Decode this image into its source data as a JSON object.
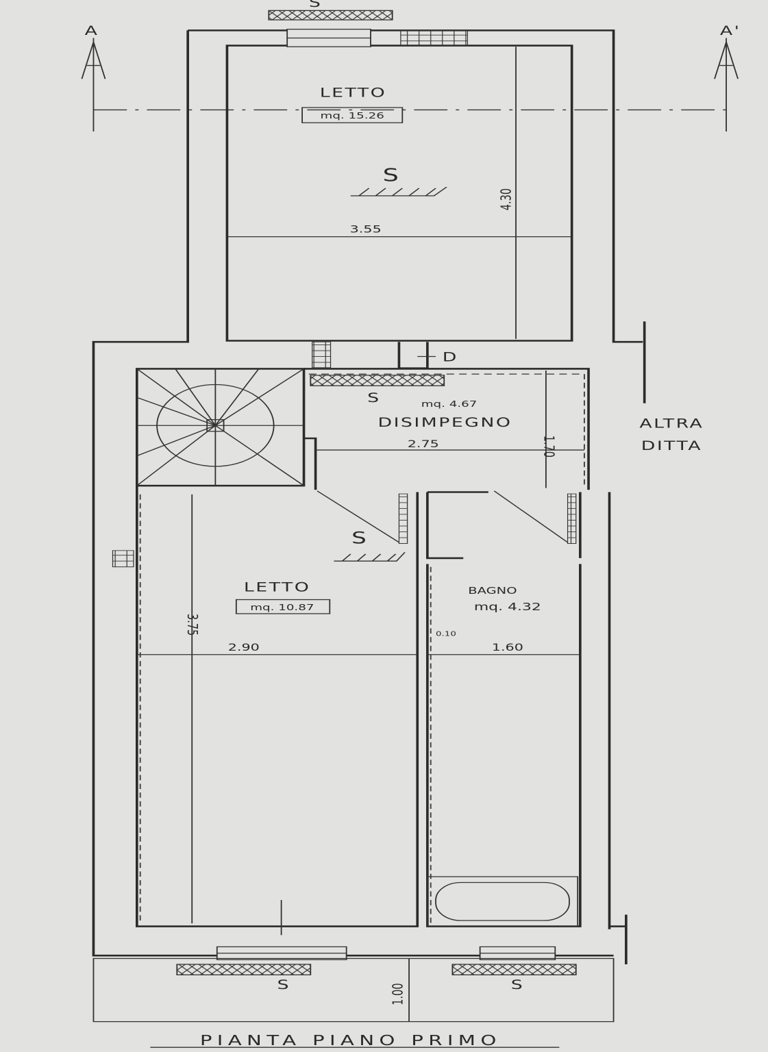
{
  "title": "PIANTA PIANO PRIMO",
  "section_markers": {
    "left": "A",
    "right": "A'"
  },
  "neighbor_label": [
    "ALTRA",
    "DITTA"
  ],
  "rooms": [
    {
      "name": "LETTO",
      "area": "mq. 15.26",
      "width": "3.55",
      "depth": "4.30",
      "sun": "S"
    },
    {
      "name": "DISIMPEGNO",
      "area": "mq. 4.67",
      "width": "2.75",
      "depth": "1.70",
      "sun": "S"
    },
    {
      "name": "LETTO",
      "area": "mq. 10.87",
      "width": "2.90",
      "depth": "3.75",
      "sun": "S"
    },
    {
      "name": "BAGNO",
      "area": "mq. 4.32",
      "width": "1.60",
      "wall": "0.10"
    }
  ],
  "balcony": {
    "depth": "1.00",
    "sun_left": "S",
    "sun_right": "S"
  },
  "top_sun": "S",
  "door_label": "D"
}
